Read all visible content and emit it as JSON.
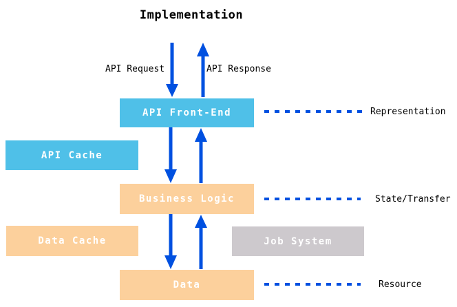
{
  "diagram": {
    "title": "Implementation",
    "arrow_labels": {
      "request": "API Request",
      "response": "API Response"
    },
    "boxes": {
      "api_front_end": {
        "label": "API Front-End",
        "color": "#4FC0E8"
      },
      "api_cache": {
        "label": "API Cache",
        "color": "#4FC0E8"
      },
      "business_logic": {
        "label": "Business Logic",
        "color": "#FCD09C"
      },
      "data_cache": {
        "label": "Data Cache",
        "color": "#FCD09C"
      },
      "job_system": {
        "label": "Job System",
        "color": "#CDC9CD"
      },
      "data": {
        "label": "Data",
        "color": "#FCD09C"
      }
    },
    "layer_labels": {
      "representation": "Representation",
      "state_transfer": "State/Transfer",
      "resource": "Resource"
    },
    "colors": {
      "arrow_blue": "#0050E0",
      "cyan": "#4FC0E8",
      "peach": "#FCD09C",
      "gray": "#CDC9CD",
      "box_text": "#FFFFFF",
      "label_text": "#000000",
      "background": "#FFFFFF"
    }
  }
}
